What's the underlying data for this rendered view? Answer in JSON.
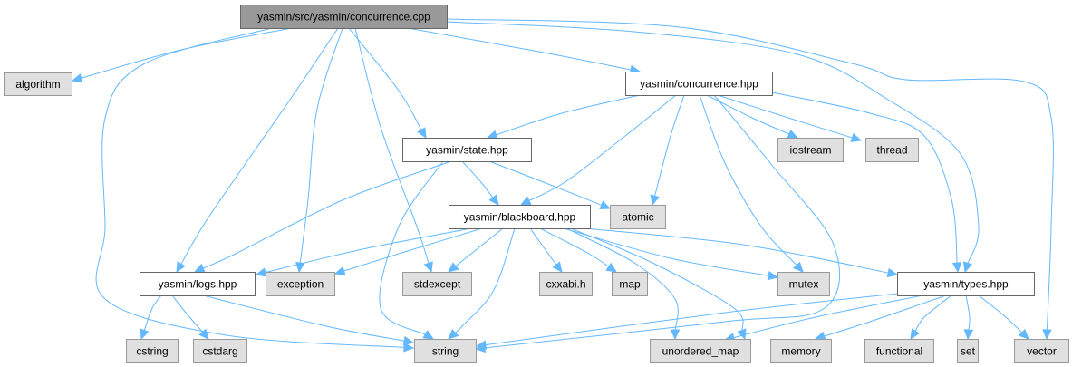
{
  "title": "yasmin/src/yasmin/concurrence.cpp include dependency graph",
  "colors": {
    "edge": "#63b8ff",
    "root_fill": "#999999",
    "root_stroke": "#666666",
    "file_fill": "#ffffff",
    "file_stroke": "#666666",
    "system_fill": "#e0e0e0",
    "system_stroke": "#999999"
  },
  "nodes": [
    {
      "id": "root",
      "label": "yasmin/src/yasmin/concurrence.cpp",
      "kind": "root"
    },
    {
      "id": "algorithm",
      "label": "algorithm",
      "kind": "system"
    },
    {
      "id": "concurrence_hpp",
      "label": "yasmin/concurrence.hpp",
      "kind": "file"
    },
    {
      "id": "state_hpp",
      "label": "yasmin/state.hpp",
      "kind": "file"
    },
    {
      "id": "iostream",
      "label": "iostream",
      "kind": "system"
    },
    {
      "id": "thread",
      "label": "thread",
      "kind": "system"
    },
    {
      "id": "blackboard_hpp",
      "label": "yasmin/blackboard.hpp",
      "kind": "file"
    },
    {
      "id": "atomic",
      "label": "atomic",
      "kind": "system"
    },
    {
      "id": "logs_hpp",
      "label": "yasmin/logs.hpp",
      "kind": "file"
    },
    {
      "id": "exception",
      "label": "exception",
      "kind": "system"
    },
    {
      "id": "stdexcept",
      "label": "stdexcept",
      "kind": "system"
    },
    {
      "id": "cxxabi",
      "label": "cxxabi.h",
      "kind": "system"
    },
    {
      "id": "map",
      "label": "map",
      "kind": "system"
    },
    {
      "id": "mutex",
      "label": "mutex",
      "kind": "system"
    },
    {
      "id": "types_hpp",
      "label": "yasmin/types.hpp",
      "kind": "file"
    },
    {
      "id": "cstring",
      "label": "cstring",
      "kind": "system"
    },
    {
      "id": "cstdarg",
      "label": "cstdarg",
      "kind": "system"
    },
    {
      "id": "string",
      "label": "string",
      "kind": "system"
    },
    {
      "id": "unordered_map",
      "label": "unordered_map",
      "kind": "system"
    },
    {
      "id": "memory",
      "label": "memory",
      "kind": "system"
    },
    {
      "id": "functional",
      "label": "functional",
      "kind": "system"
    },
    {
      "id": "set",
      "label": "set",
      "kind": "system"
    },
    {
      "id": "vector",
      "label": "vector",
      "kind": "system"
    }
  ],
  "edges": [
    {
      "from": "root",
      "to": "algorithm"
    },
    {
      "from": "root",
      "to": "concurrence_hpp"
    },
    {
      "from": "root",
      "to": "state_hpp"
    },
    {
      "from": "root",
      "to": "logs_hpp"
    },
    {
      "from": "root",
      "to": "exception"
    },
    {
      "from": "root",
      "to": "stdexcept"
    },
    {
      "from": "root",
      "to": "string"
    },
    {
      "from": "root",
      "to": "types_hpp"
    },
    {
      "from": "root",
      "to": "vector"
    },
    {
      "from": "concurrence_hpp",
      "to": "state_hpp"
    },
    {
      "from": "concurrence_hpp",
      "to": "blackboard_hpp"
    },
    {
      "from": "concurrence_hpp",
      "to": "atomic"
    },
    {
      "from": "concurrence_hpp",
      "to": "mutex"
    },
    {
      "from": "concurrence_hpp",
      "to": "string"
    },
    {
      "from": "concurrence_hpp",
      "to": "iostream"
    },
    {
      "from": "concurrence_hpp",
      "to": "thread"
    },
    {
      "from": "concurrence_hpp",
      "to": "types_hpp"
    },
    {
      "from": "state_hpp",
      "to": "logs_hpp"
    },
    {
      "from": "state_hpp",
      "to": "string"
    },
    {
      "from": "state_hpp",
      "to": "blackboard_hpp"
    },
    {
      "from": "state_hpp",
      "to": "atomic"
    },
    {
      "from": "blackboard_hpp",
      "to": "logs_hpp"
    },
    {
      "from": "blackboard_hpp",
      "to": "exception"
    },
    {
      "from": "blackboard_hpp",
      "to": "stdexcept"
    },
    {
      "from": "blackboard_hpp",
      "to": "string"
    },
    {
      "from": "blackboard_hpp",
      "to": "cxxabi"
    },
    {
      "from": "blackboard_hpp",
      "to": "map"
    },
    {
      "from": "blackboard_hpp",
      "to": "unordered_map"
    },
    {
      "from": "blackboard_hpp",
      "to": "memory"
    },
    {
      "from": "blackboard_hpp",
      "to": "mutex"
    },
    {
      "from": "blackboard_hpp",
      "to": "types_hpp"
    },
    {
      "from": "logs_hpp",
      "to": "cstring"
    },
    {
      "from": "logs_hpp",
      "to": "cstdarg"
    },
    {
      "from": "logs_hpp",
      "to": "string"
    },
    {
      "from": "types_hpp",
      "to": "string"
    },
    {
      "from": "types_hpp",
      "to": "unordered_map"
    },
    {
      "from": "types_hpp",
      "to": "memory"
    },
    {
      "from": "types_hpp",
      "to": "functional"
    },
    {
      "from": "types_hpp",
      "to": "set"
    },
    {
      "from": "types_hpp",
      "to": "vector"
    }
  ]
}
